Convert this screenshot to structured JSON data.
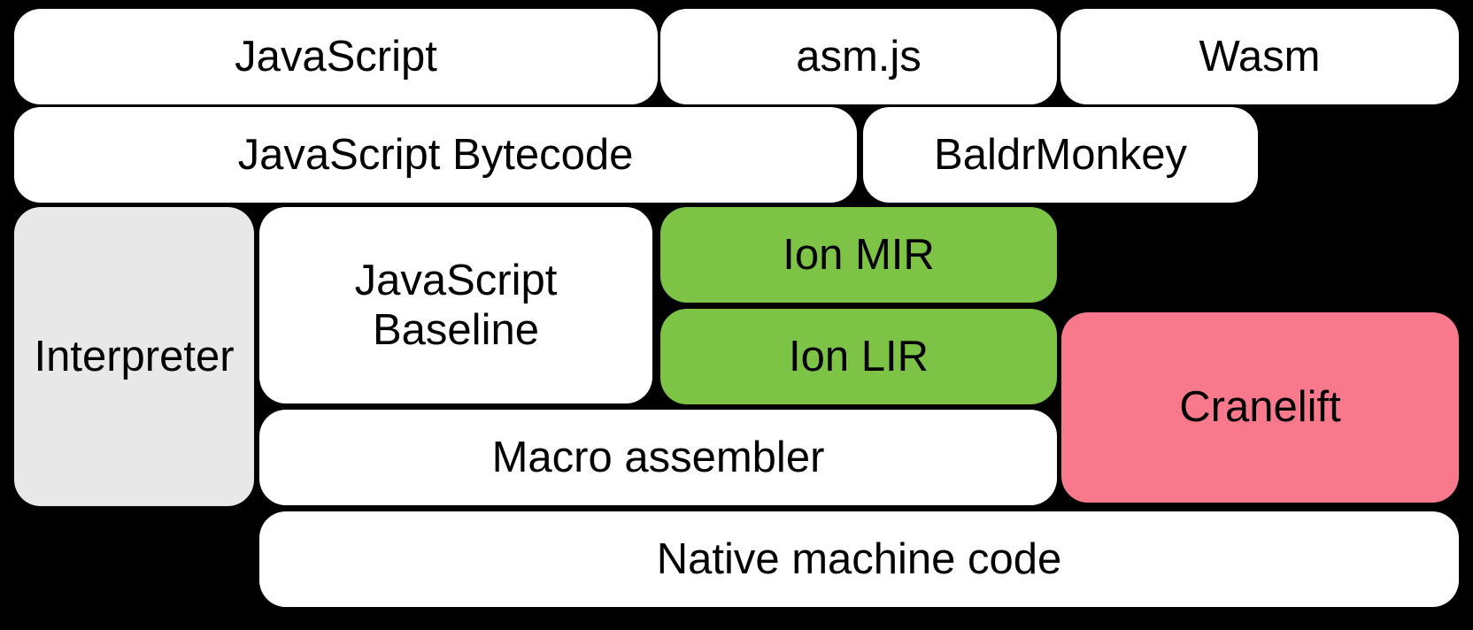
{
  "diagram": {
    "boxes": {
      "javascript": {
        "label": "JavaScript"
      },
      "asmjs": {
        "label": "asm.js"
      },
      "wasm": {
        "label": "Wasm"
      },
      "bytecode": {
        "label": "JavaScript Bytecode"
      },
      "baldrmonkey": {
        "label": "BaldrMonkey"
      },
      "interpreter": {
        "label": "Interpreter"
      },
      "baseline": {
        "label": "JavaScript\nBaseline"
      },
      "ion_mir": {
        "label": "Ion MIR"
      },
      "ion_lir": {
        "label": "Ion LIR"
      },
      "cranelift": {
        "label": "Cranelift"
      },
      "macro_assembler": {
        "label": "Macro assembler"
      },
      "native_machine_code": {
        "label": "Native machine code"
      }
    },
    "colors": {
      "background": "#000000",
      "white_box": "#ffffff",
      "gray_box": "#e8e8e8",
      "green_box": "#7CC346",
      "pink_box": "#F7798B",
      "text": "#000000"
    }
  }
}
